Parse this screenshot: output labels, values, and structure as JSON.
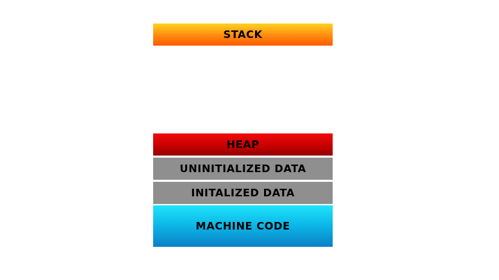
{
  "memory_layout": {
    "segments": [
      {
        "label": "STACK"
      },
      {
        "label": "HEAP"
      },
      {
        "label": "UNINITIALIZED DATA"
      },
      {
        "label": "INITALIZED DATA"
      },
      {
        "label": "MACHINE CODE"
      }
    ]
  },
  "colors": {
    "stack": "#ff8a10",
    "heap": "#c80000",
    "data": "#8f8f8f",
    "machine_code": "#0bb5e6"
  }
}
